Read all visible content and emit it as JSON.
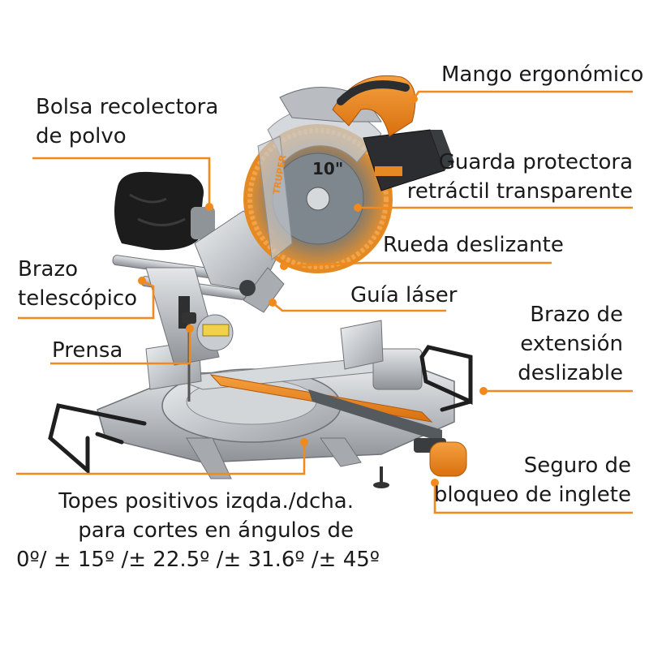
{
  "accent_color": "#f08a1c",
  "labels": {
    "mango": "Mango ergonómico",
    "bolsa_1": "Bolsa recolectora",
    "bolsa_2": "de polvo",
    "guarda_1": "Guarda protectora",
    "guarda_2": "retráctil transparente",
    "rueda": "Rueda deslizante",
    "brazo_tel_1": "Brazo",
    "brazo_tel_2": "telescópico",
    "guia": "Guía láser",
    "prensa": "Prensa",
    "brazo_ext_1": "Brazo de",
    "brazo_ext_2": "extensión",
    "brazo_ext_3": "deslizable",
    "seguro_1": "Seguro de",
    "seguro_2": "bloqueo de inglete",
    "topes_1": "Topes positivos izqda./dcha.",
    "topes_2": "para cortes en ángulos de",
    "topes_3": "0º/ ± 15º /± 22.5º /± 31.6º /± 45º"
  },
  "blade_labels": {
    "brand_vertical": "TRUPER",
    "diameter": "10\""
  },
  "icons": [
    "miter-saw-illustration",
    "leader-dot-icon"
  ]
}
